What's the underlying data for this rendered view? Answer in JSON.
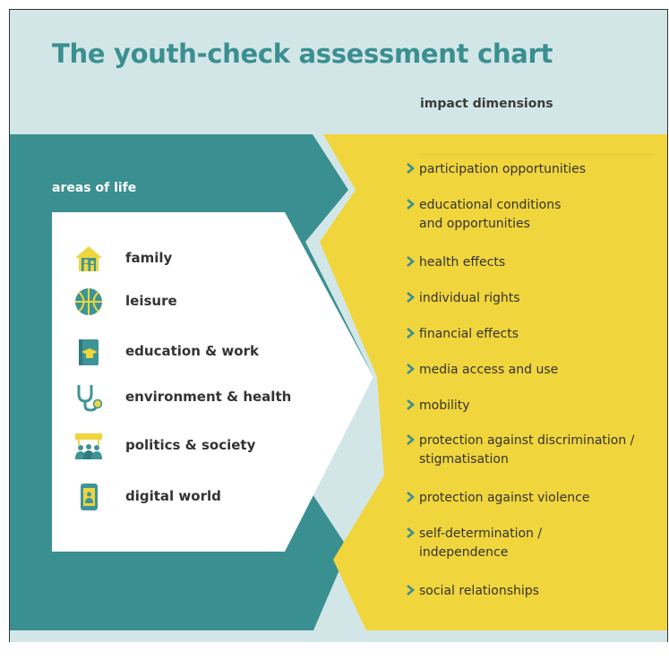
{
  "title": "The youth-check assessment chart",
  "impact_heading": "impact dimensions",
  "areas_heading": "areas of life",
  "colors": {
    "background": "#d3e6e7",
    "teal": "#3a8f91",
    "yellow": "#f0d53c",
    "white_panel": "#ffffff",
    "text": "#333333",
    "icon_teal": "#3e9496",
    "icon_yellow": "#efd53f"
  },
  "areas_of_life": [
    {
      "label": "family",
      "icon": "house-family-icon"
    },
    {
      "label": "leisure",
      "icon": "basketball-icon"
    },
    {
      "label": "education & work",
      "icon": "book-graduation-icon"
    },
    {
      "label": "environment & health",
      "icon": "stethoscope-icon"
    },
    {
      "label": "politics & society",
      "icon": "crowd-banner-icon"
    },
    {
      "label": "digital world",
      "icon": "smartphone-icon"
    }
  ],
  "impact_dimensions": [
    {
      "lines": [
        "participation opportunities"
      ]
    },
    {
      "lines": [
        "educational conditions",
        "and opportunities"
      ]
    },
    {
      "lines": [
        "health effects"
      ]
    },
    {
      "lines": [
        "individual rights"
      ]
    },
    {
      "lines": [
        "financial effects"
      ]
    },
    {
      "lines": [
        "media access and use"
      ]
    },
    {
      "lines": [
        "mobility"
      ]
    },
    {
      "lines": [
        "protection against discrimination /",
        "stigmatisation"
      ]
    },
    {
      "lines": [
        "protection against violence"
      ]
    },
    {
      "lines": [
        "self-determination /",
        "independence"
      ]
    },
    {
      "lines": [
        "social relationships"
      ]
    }
  ]
}
